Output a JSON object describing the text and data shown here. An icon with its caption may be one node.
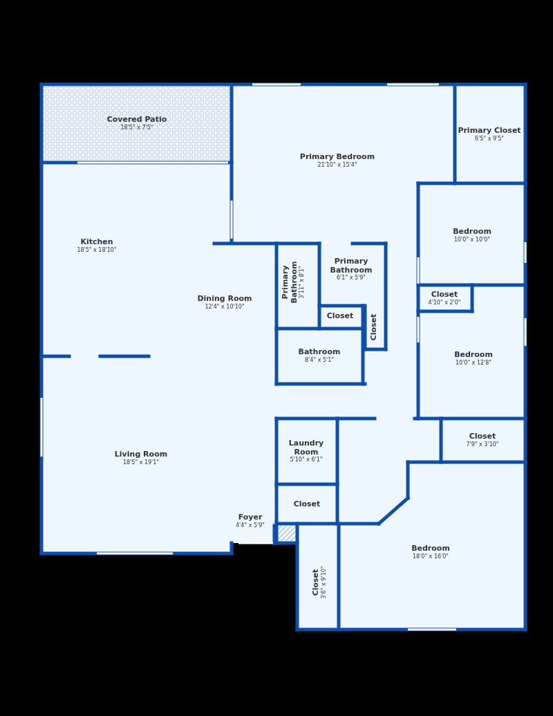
{
  "diagram": {
    "nodes": [
      {
        "text": [
          "Covered Patio",
          "18'5\" x 7'5\""
        ]
      },
      {
        "text": [
          "Primary Bedroom",
          "21'10\" x 15'4\""
        ]
      },
      {
        "text": [
          "Primary Closet",
          "6'5\" x 9'5\""
        ]
      },
      {
        "text": [
          "Kitchen",
          "18'5\" x 18'10\""
        ]
      },
      {
        "text": [
          "Dining Room",
          "12'4\" x 10'10\""
        ]
      },
      {
        "text": [
          "Primary Bathroom",
          "3'11\" x 8'1\""
        ]
      },
      {
        "text": [
          "Primary Bathroom",
          "6'1\" x 5'9\""
        ]
      },
      {
        "text": [
          "Bedroom",
          "10'0\" x 10'0\""
        ]
      },
      {
        "text": [
          "Closet",
          "4'10\" x 2'0\""
        ]
      },
      {
        "text": [
          "Closet"
        ]
      },
      {
        "text": [
          "Closet"
        ]
      },
      {
        "text": [
          "Bathroom",
          "8'4\" x 5'1\""
        ]
      },
      {
        "text": [
          "Bedroom",
          "10'0\" x 12'8\""
        ]
      },
      {
        "text": [
          "Laundry Room",
          "5'10\" x 6'1\""
        ]
      },
      {
        "text": [
          "Living Room",
          "18'5\" x 19'1\""
        ]
      },
      {
        "text": [
          "Closet",
          "7'9\" x 3'10\""
        ]
      },
      {
        "text": [
          "Closet"
        ]
      },
      {
        "text": [
          "Foyer",
          "4'4\" x 5'9\""
        ]
      },
      {
        "text": [
          "Closet",
          "3'6\" x 9'10\""
        ]
      },
      {
        "text": [
          "Bedroom",
          "18'0\" x 16'0\""
        ]
      }
    ],
    "edges": []
  }
}
